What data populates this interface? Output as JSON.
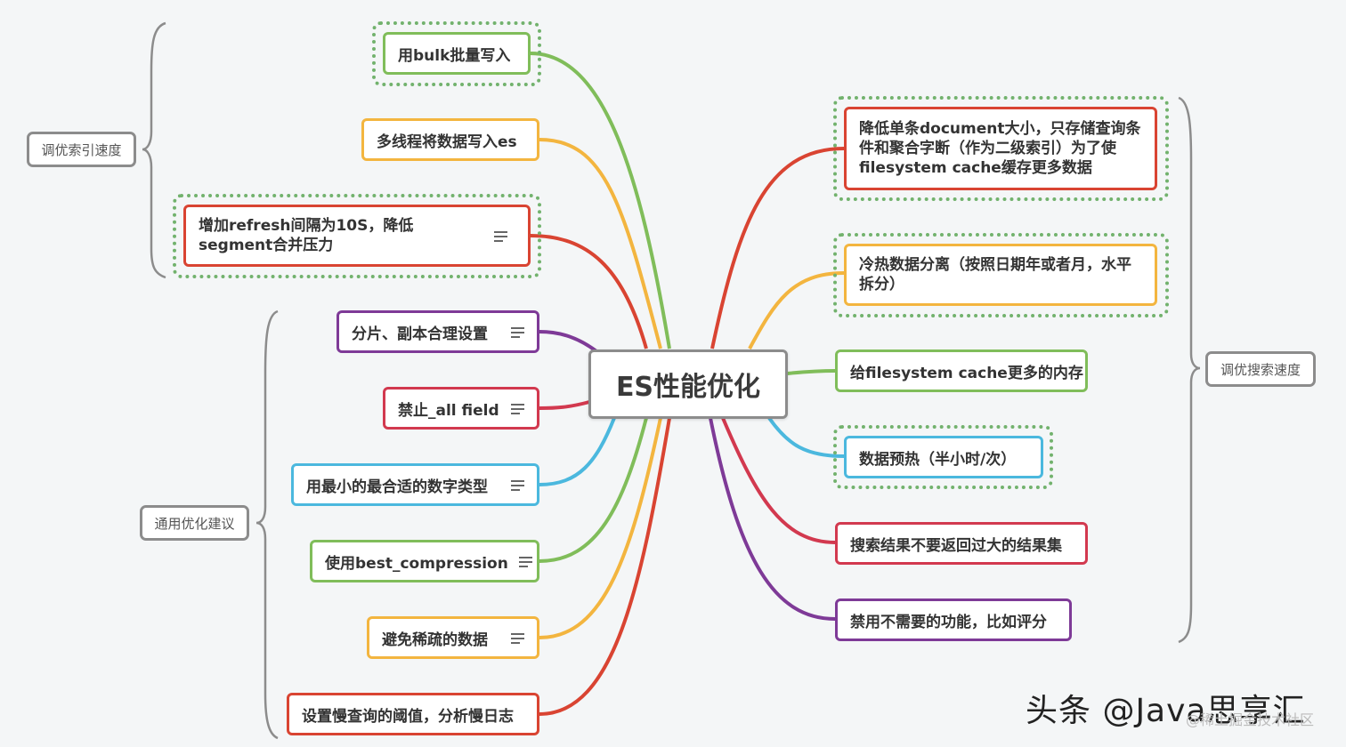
{
  "center": {
    "label": "ES性能优化"
  },
  "categories": {
    "index_speed": "调优索引速度",
    "search_speed": "调优搜索速度",
    "general": "通用优化建议"
  },
  "nodes": {
    "bulk": "用bulk批量写入",
    "multithread": "多线程将数据写入es",
    "refresh": "增加refresh间隔为10S，降低segment合并压力",
    "shards": "分片、副本合理设置",
    "all_field": "禁止_all field",
    "numeric": "用最小的最合适的数字类型",
    "compression": "使用best_compression",
    "sparse": "避免稀疏的数据",
    "slowlog": "设置慢查询的阈值，分析慢日志",
    "doc_size": "降低单条document大小，只存储查询条件和聚合字断（作为二级索引）为了使filesystem cache缓存更多数据",
    "hot_cold": "冷热数据分离（按照日期年或者月，水平拆分）",
    "fs_cache": "给filesystem cache更多的内存",
    "preheat": "数据预热（半小时/次）",
    "no_large": "搜索结果不要返回过大的结果集",
    "disable_features": "禁用不需要的功能，比如评分"
  },
  "colors": {
    "green": "#80bd5a",
    "orange": "#f3b53f",
    "red": "#d94432",
    "purple": "#7e3a97",
    "crimson": "#d2394f",
    "cyan": "#4bb8de",
    "dotted": "#72b26d",
    "gray": "#8c8c8c"
  },
  "watermark": {
    "main": "头条 @Java思享汇",
    "sub": "@稀土掘金技术社区"
  }
}
